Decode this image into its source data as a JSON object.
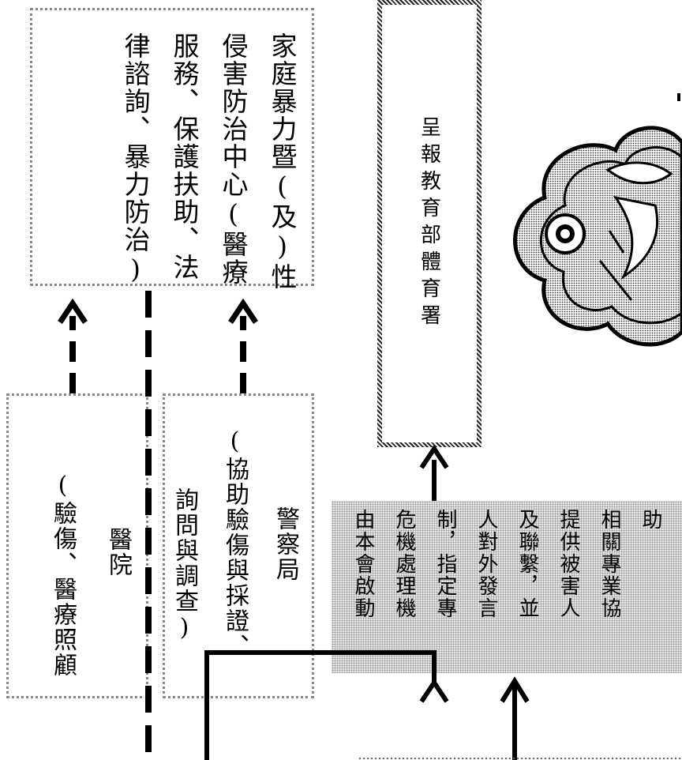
{
  "domv_box": {
    "lines": [
      "家庭暴力暨(及)性",
      "侵害防治中心(醫療",
      "服務、保護扶助、法",
      "律諮詢、暴力防治)"
    ]
  },
  "report_box": {
    "text": "呈報教育部體育署"
  },
  "hospital_box": {
    "title": "醫院",
    "subtitle": "(驗傷、醫療照顧"
  },
  "police_box": {
    "title": "警察局",
    "lines": [
      "(協助驗傷與採證、",
      "詢問與調查)"
    ]
  },
  "crisis_box": {
    "lines": [
      "由本會啟動",
      "危機處理機",
      "制，指定專",
      "人對外發言",
      "及聯繫，並",
      "提供被害人",
      "相關專業協",
      "助"
    ]
  },
  "colors": {
    "ink": "#000000",
    "stipple": "#e4e4e4",
    "dotted_border": "#888888"
  },
  "icons": [
    "emblem-icon"
  ]
}
